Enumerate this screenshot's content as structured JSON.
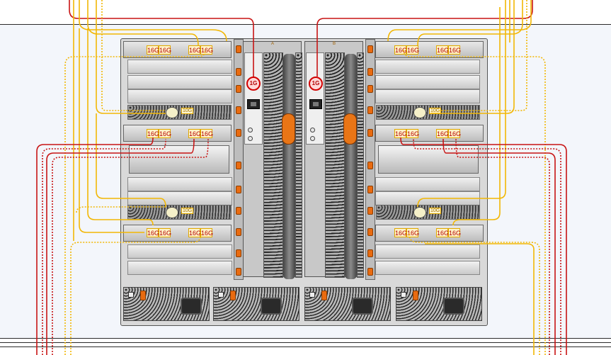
{
  "controllers": [
    {
      "id": "controller-a",
      "label": "A",
      "mgmt_port": "1G"
    },
    {
      "id": "controller-b",
      "label": "B",
      "mgmt_port": "1G"
    }
  ],
  "shelves": {
    "left_top": {
      "ports": [
        "16G",
        "16G",
        "16G",
        "16G"
      ]
    },
    "left_upper_mid": {
      "ports": [
        "16G",
        "16G",
        "16G",
        "16G"
      ]
    },
    "left_lower_mid": {
      "ports": [
        "16G",
        "16G",
        "16G",
        "16G"
      ]
    },
    "right_top": {
      "ports": [
        "16G",
        "16G",
        "16G",
        "16G"
      ]
    },
    "right_upper_mid": {
      "ports": [
        "16G",
        "16G",
        "16G",
        "16G"
      ]
    },
    "right_lower_mid": {
      "ports": [
        "16G",
        "16G",
        "16G",
        "16G"
      ]
    }
  },
  "ten_g": {
    "label": "10G"
  },
  "colors": {
    "cable_red": "#c81414",
    "cable_yellow": "#f2b705",
    "handle_orange": "#e97516",
    "chassis": "#d9d9d9"
  },
  "icons": [
    "power-socket-icon",
    "rj45-port-icon",
    "fan-grille-icon",
    "release-handle-icon"
  ]
}
